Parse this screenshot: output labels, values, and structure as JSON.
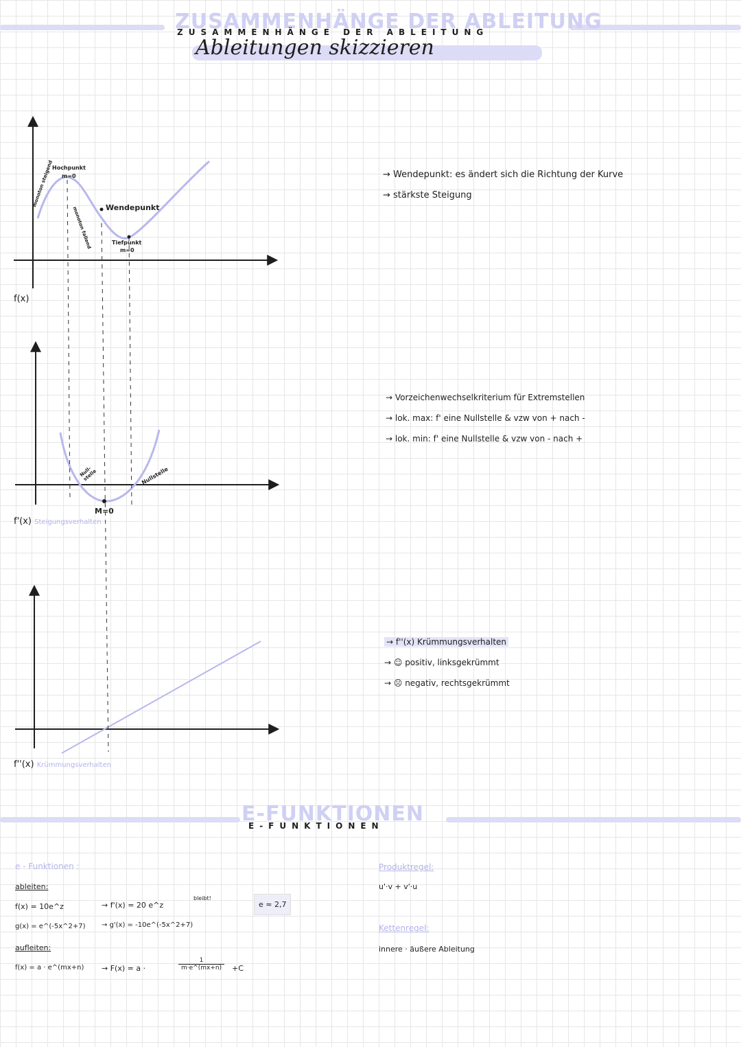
{
  "header": {
    "ghost_title": "ZUSAMMENHÄNGE DER ABLEITUNG",
    "spaced_title": "ZUSAMMENHÄNGE DER ABLEITUNG",
    "subtitle": "Ableitungen skizzieren"
  },
  "graph1": {
    "hochpunkt": "Hochpunkt",
    "hochpunkt_m": "m=0",
    "monoton_steigend": "monoton steigend",
    "monoton_fallend": "monoton fallend",
    "wendepunkt": "Wendepunkt",
    "tiefpunkt": "Tiefpunkt",
    "tiefpunkt_m": "m=0",
    "label": "f(x)"
  },
  "graph2": {
    "nullstelle1": "Null-stelle",
    "nullstelle2": "Nullstelle",
    "m_zero": "M=0",
    "label": "f'(x)",
    "label_note": "Steigungsverhalten"
  },
  "graph3": {
    "label": "f''(x)",
    "label_note": "Krümmungsverhalten"
  },
  "notes1": [
    "→ Wendepunkt: es ändert sich die Richtung der Kurve",
    "→ stärkste Steigung"
  ],
  "notes2": [
    "→ Vorzeichenwechselkriterium für Extremstellen",
    "→ lok. max: f' eine Nullstelle & vzw von + nach -",
    "→ lok. min: f' eine Nullstelle & vzw von - nach +"
  ],
  "notes3": [
    "→ f''(x) Krümmungsverhalten",
    "→ ☺ positiv, linksgekrümmt",
    "→ ☹ negativ, rechtsgekrümmt"
  ],
  "efunc": {
    "ghost_title": "E-FUNKTIONEN",
    "spaced_title": "E-FUNKTIONEN",
    "heading": "e - Funktionen :",
    "ableiten": "ableiten:",
    "f_def": "f(x) = 10e^z",
    "f_deriv": "→ f'(x) = 20 e^z",
    "bleibt": "bleibt!",
    "g_def": "g(x) = e^(-5x^2+7)",
    "g_deriv": "→ g'(x) = -10e^(-5x^2+7)",
    "aufleiten": "aufleiten:",
    "F_def": "f(x) = a · e^(mx+n)",
    "F_integral": "→ F(x) = a ·",
    "frac_num": "1",
    "frac_den": "m·e^(mx+n)",
    "plus_c": "+C",
    "e_value": "e ≈ 2,7"
  },
  "rules": {
    "produkt_title": "Produktregel:",
    "produkt_formula": "u'·v + v'·u",
    "ketten_title": "Kettenregel:",
    "ketten_formula": "innere · äußere Ableitung"
  },
  "colors": {
    "accent": "#b3b3ea",
    "curve": "#b8b8ec",
    "ink": "#1e1e1e"
  }
}
